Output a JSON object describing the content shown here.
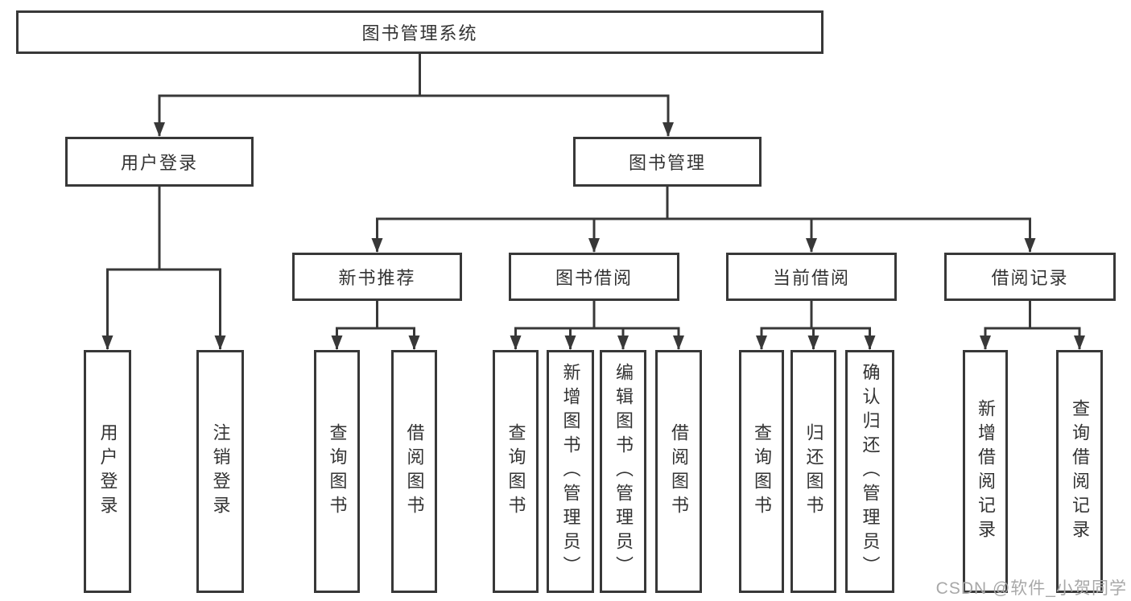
{
  "watermark": "CSDN @软件_小贺同学",
  "colors": {
    "line": "#383838",
    "text": "#333333",
    "watermark": "#a8a8a8",
    "background": "#ffffff"
  },
  "tree": {
    "root": {
      "label": "图书管理系统"
    },
    "branches": [
      {
        "label": "用户登录",
        "children": [
          {
            "label": "用户登录"
          },
          {
            "label": "注销登录"
          }
        ]
      },
      {
        "label": "图书管理",
        "children": [
          {
            "label": "新书推荐",
            "children": [
              {
                "label": "查询图书"
              },
              {
                "label": "借阅图书"
              }
            ]
          },
          {
            "label": "图书借阅",
            "children": [
              {
                "label": "查询图书"
              },
              {
                "label": "新增图书（管理员）"
              },
              {
                "label": "编辑图书（管理员）"
              },
              {
                "label": "借阅图书"
              }
            ]
          },
          {
            "label": "当前借阅",
            "children": [
              {
                "label": "查询图书"
              },
              {
                "label": "归还图书"
              },
              {
                "label": "确认归还（管理员）"
              }
            ]
          },
          {
            "label": "借阅记录",
            "children": [
              {
                "label": "新增借阅记录"
              },
              {
                "label": "查询借阅记录"
              }
            ]
          }
        ]
      }
    ]
  }
}
